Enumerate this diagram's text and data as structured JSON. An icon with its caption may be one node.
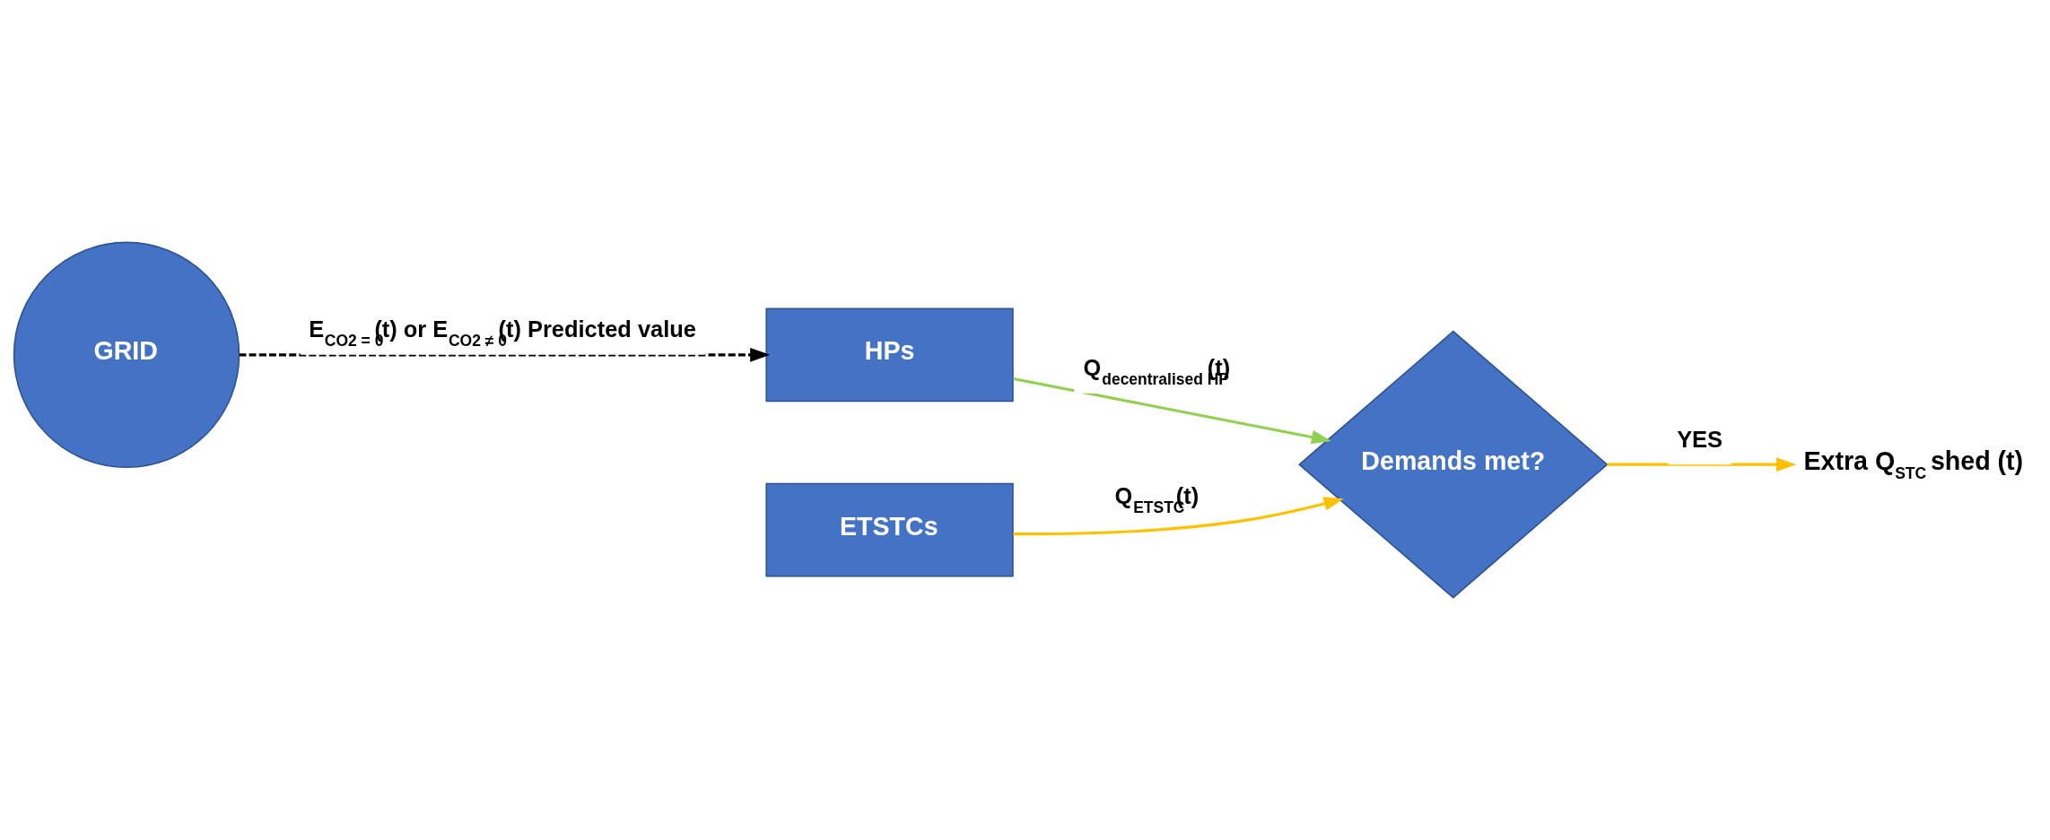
{
  "diagram": {
    "nodes": [
      {
        "text": [
          "GRID"
        ]
      },
      {
        "text": [
          "HPs"
        ]
      },
      {
        "text": [
          "Demands met?"
        ]
      },
      {
        "text": [
          "ETSTCs"
        ]
      },
      {
        "text": [
          "Extra Q$_{STC}$ shed (t)"
        ]
      }
    ],
    "edges": [
      {
        "from": 0,
        "to": 1,
        "arrow": "to",
        "style": "dashed",
        "color": "#000000",
        "label": "E$_{CO2 = 0}$(t) or E$_{CO2 ≠ 0}$(t) Predicted value"
      },
      {
        "from": 1,
        "to": 2,
        "arrow": "to",
        "color": "#92d050",
        "label": "Q$_{decentralised HP}$(t)"
      },
      {
        "from": 3,
        "to": 2,
        "arrow": "to",
        "color": "#ffc000",
        "label": "Q$_{ETSTC}$(t)"
      },
      {
        "from": 2,
        "to": 4,
        "arrow": "to",
        "color": "#ffc000",
        "label": "YES"
      }
    ]
  }
}
